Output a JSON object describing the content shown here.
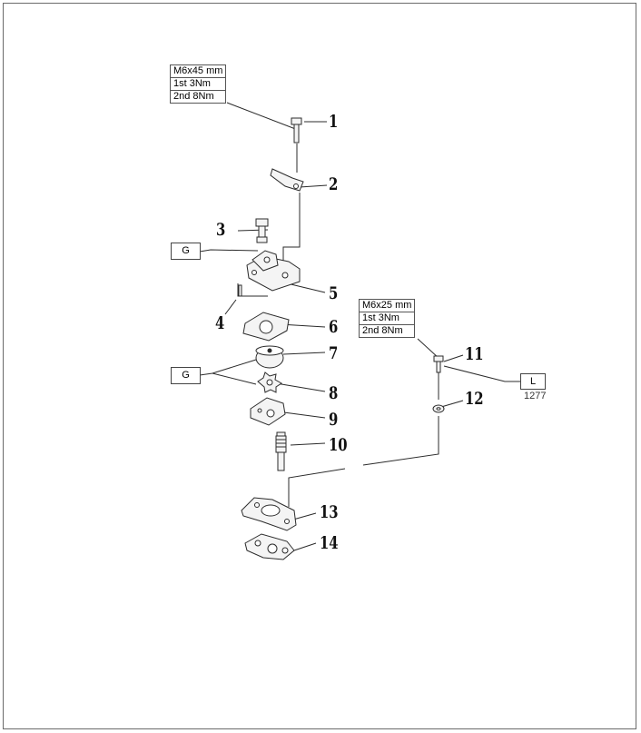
{
  "spec_tables": [
    {
      "rows": [
        "M6x45 mm",
        "1st 3Nm",
        "2nd 8Nm"
      ]
    },
    {
      "rows": [
        "M6x25 mm",
        "1st 3Nm",
        "2nd 8Nm"
      ]
    }
  ],
  "callouts": [
    "1",
    "2",
    "3",
    "4",
    "5",
    "6",
    "7",
    "8",
    "9",
    "10",
    "11",
    "12",
    "13",
    "14"
  ],
  "flags": [
    {
      "label": "G"
    },
    {
      "label": "G"
    },
    {
      "label": "L"
    }
  ],
  "notes": {
    "reference": "1277"
  },
  "colors": {
    "line": "#2b2b2b",
    "frame": "#6a6a6a",
    "part_fill": "#f4f4f4"
  }
}
